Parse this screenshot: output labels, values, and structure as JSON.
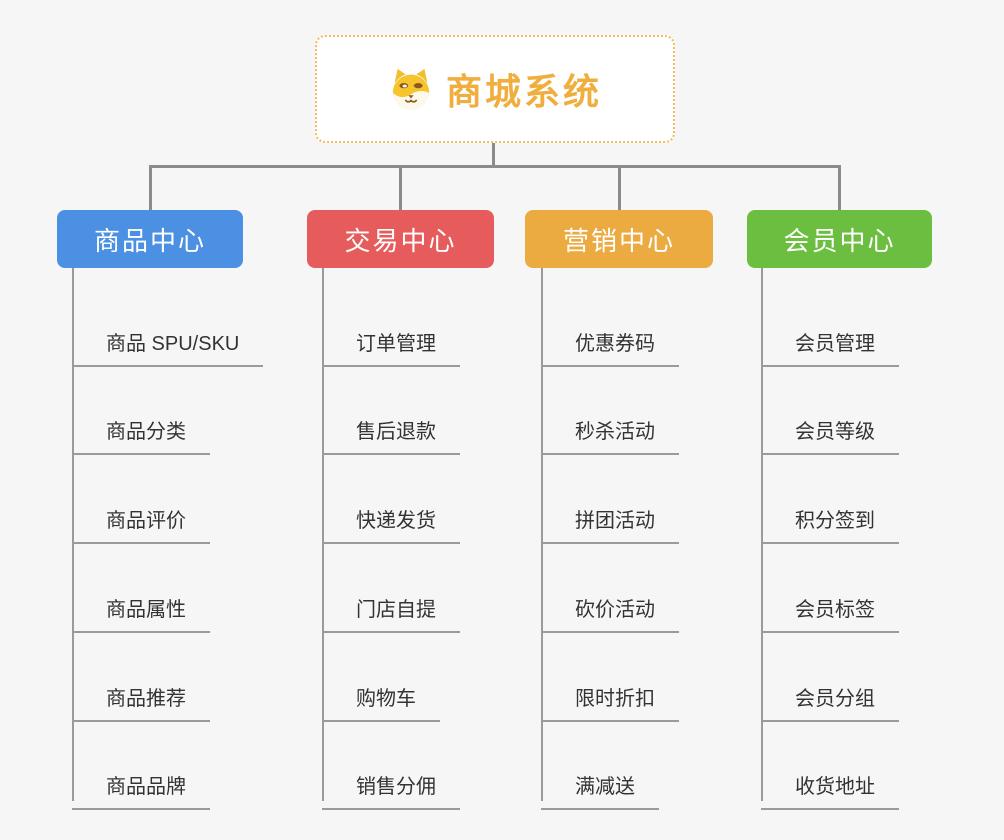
{
  "page": {
    "background_color": "#f6f6f6",
    "connector_color": "#8b8b8b",
    "underline_color": "#9a9a9a",
    "child_text_color": "#333333"
  },
  "root": {
    "title": "商城系统",
    "icon": "dog-face-icon",
    "text_color": "#f0ae3e",
    "border_color": "#f3bd58",
    "background_color": "#ffffff"
  },
  "branches": [
    {
      "label": "商品中心",
      "color": "#4b90e2",
      "children": [
        "商品 SPU/SKU",
        "商品分类",
        "商品评价",
        "商品属性",
        "商品推荐",
        "商品品牌"
      ]
    },
    {
      "label": "交易中心",
      "color": "#e65c5c",
      "children": [
        "订单管理",
        "售后退款",
        "快递发货",
        "门店自提",
        "购物车",
        "销售分佣"
      ]
    },
    {
      "label": "营销中心",
      "color": "#ebab41",
      "children": [
        "优惠券码",
        "秒杀活动",
        "拼团活动",
        "砍价活动",
        "限时折扣",
        "满减送"
      ]
    },
    {
      "label": "会员中心",
      "color": "#6cbe40",
      "children": [
        "会员管理",
        "会员等级",
        "积分签到",
        "会员标签",
        "会员分组",
        "收货地址"
      ]
    }
  ]
}
